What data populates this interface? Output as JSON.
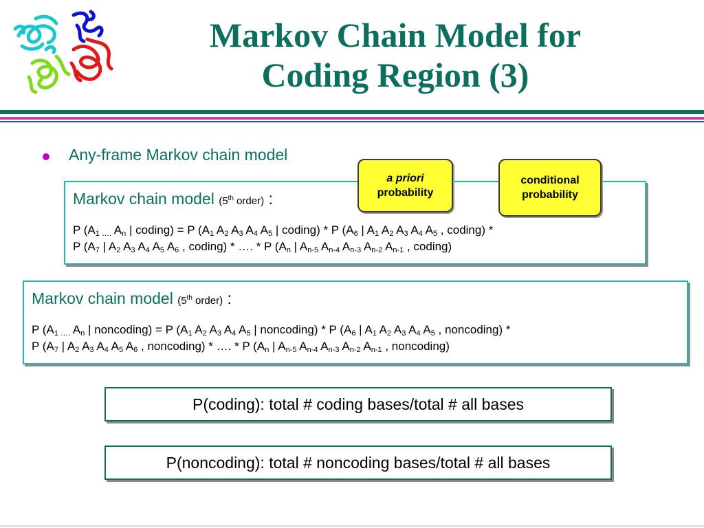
{
  "title": {
    "line1": "Markov Chain Model for",
    "line2": "Coding Region (3)"
  },
  "logo": {
    "icon": "protein-structure-icon",
    "colors": [
      "#18c8c8",
      "#1010d0",
      "#e01818",
      "#80d820"
    ]
  },
  "bullet": {
    "text": "Any-frame Markov chain model",
    "color": "#c000c0"
  },
  "callouts": {
    "left": {
      "line1": "a priori",
      "line2": "probability"
    },
    "right": {
      "line1": "conditional",
      "line2": "probability"
    }
  },
  "coding_box": {
    "heading": "Markov chain model",
    "order_prefix": "(5",
    "order_sup": "th",
    "order_suffix": " order)",
    "colon": ":",
    "line1": {
      "t1": "P (A",
      "s1": "1 ….",
      "t2": " A",
      "s2": "n",
      "t3": " | coding) = P (A",
      "s3": "1",
      "t4": " A",
      "s4": "2",
      "t5": " A",
      "s5": "3",
      "t6": " A",
      "s6": "4",
      "t7": " A",
      "s7": "5",
      "t8": " | coding) * P (A",
      "s8": "6",
      "t9": " | A",
      "s9": "1",
      "t10": " A",
      "s10": "2",
      "t11": " A",
      "s11": "3",
      "t12": " A",
      "s12": "4",
      "t13": " A",
      "s13": "5",
      "t14": " , coding) *"
    },
    "line2": {
      "t1": "P (A",
      "s1": "7",
      "t2": " | A",
      "s2": "2",
      "t3": " A",
      "s3": "3",
      "t4": " A",
      "s4": "4",
      "t5": " A",
      "s5": "5",
      "t6": " A",
      "s6": "6",
      "t7": " , coding) * …. * P (A",
      "s7": "n",
      "t8": " | A",
      "s8": "n-5",
      "t9": " A",
      "s9": "n-4",
      "t10": " A",
      "s10": "n-3",
      "t11": " A",
      "s11": "n-2",
      "t12": " A",
      "s12": "n-1",
      "t13": " , coding)"
    }
  },
  "noncoding_box": {
    "heading": "Markov chain model",
    "order_prefix": "(5",
    "order_sup": "th",
    "order_suffix": " order)",
    "colon": ":",
    "line1": {
      "t1": "P (A",
      "s1": "1 ….",
      "t2": " A",
      "s2": "n",
      "t3": " | noncoding) = P (A",
      "s3": "1",
      "t4": " A",
      "s4": "2",
      "t5": " A",
      "s5": "3",
      "t6": " A",
      "s6": "4",
      "t7": " A",
      "s7": "5",
      "t8": " | noncoding) * P (A",
      "s8": "6",
      "t9": " | A",
      "s9": "1",
      "t10": " A",
      "s10": "2",
      "t11": " A",
      "s11": "3",
      "t12": " A",
      "s12": "4",
      "t13": " A",
      "s13": "5",
      "t14": " , noncoding) *"
    },
    "line2": {
      "t1": "P (A",
      "s1": "7",
      "t2": " | A",
      "s2": "2",
      "t3": " A",
      "s3": "3",
      "t4": " A",
      "s4": "4",
      "t5": " A",
      "s5": "5",
      "t6": " A",
      "s6": "6",
      "t7": " , noncoding) * …. * P (A",
      "s7": "n",
      "t8": " | A",
      "s8": "n-5",
      "t9": " A",
      "s9": "n-4",
      "t10": " A",
      "s10": "n-3",
      "t11": " A",
      "s11": "n-2",
      "t12": " A",
      "s12": "n-1",
      "t13": " , noncoding)"
    }
  },
  "p_coding": "P(coding): total # coding bases/total # all bases",
  "p_noncoding": "P(noncoding): total # noncoding bases/total # all bases",
  "colors": {
    "title": "#0e6e5e",
    "box_border": "#23b5b5",
    "callout_fill": "#ffff33",
    "rule_magenta": "#c040c0"
  }
}
